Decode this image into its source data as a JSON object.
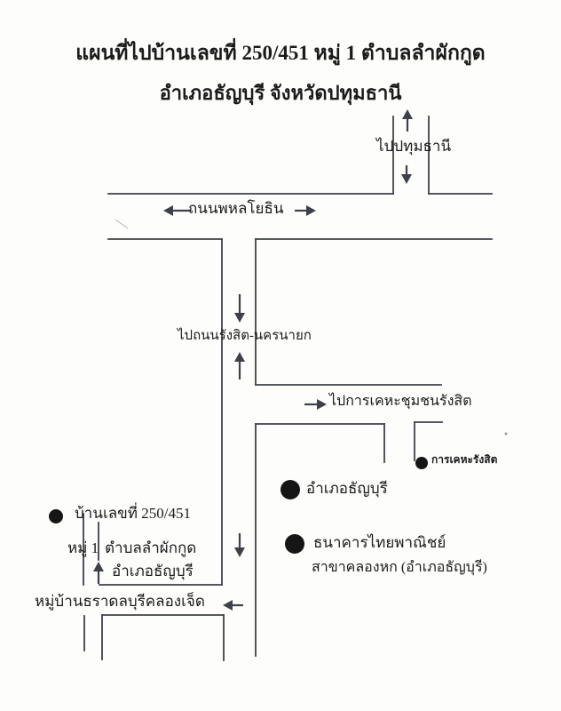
{
  "document": {
    "title_line1": "แผนที่ไปบ้านเลขที่ 250/451  หมู่ 1  ตำบลลำผักกูด",
    "title_line2": "อำเภอธัญบุรี  จังหวัดปทุมธานี"
  },
  "map": {
    "road_labels": {
      "to_pathum_thani": "ไปปทุมธานี",
      "phahonyothin_road": "ถนนพหลโยธิน",
      "to_rangsit_nakhon_nayok_road": "ไปถนนรังสิต-นครนายก",
      "to_rangsit_community_housing": "ไปการเคหะชุมชนรังสิต",
      "village_tharadol_buri_klong_jed": "หมู่บ้านธราดลบุรีคลองเจ็ด"
    },
    "places": {
      "rangsit_housing": "การเคหะรังสิต",
      "district_office": "อำเภอธัญบุรี",
      "bank_name": "ธนาคารไทยพาณิชย์",
      "bank_branch": "สาขาคลองหก (อำเภอธัญบุรี)",
      "house_no": "บ้านเลขที่ 250/451",
      "house_moo": "หมู่ 1",
      "house_tambon": "ตำบลลำผักกูด",
      "house_amphoe": "อำเภอธัญบุรี"
    },
    "colors": {
      "line": "#3e4248",
      "text": "#1b1b1b",
      "marker": "#161616",
      "paper": "#fdfdfc"
    }
  }
}
